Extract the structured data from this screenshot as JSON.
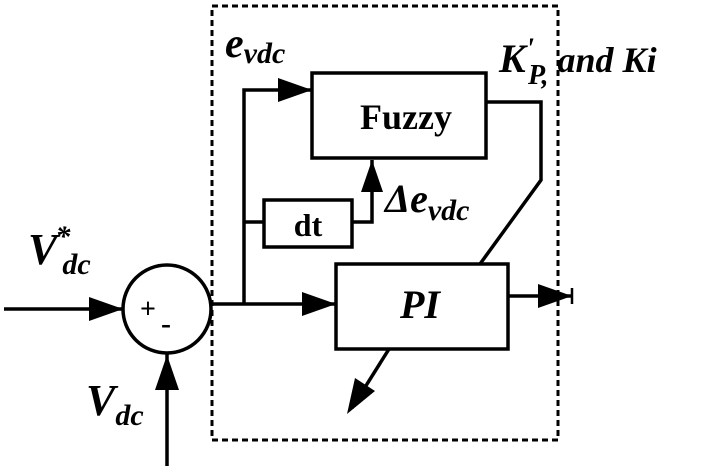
{
  "blocks": {
    "fuzzy": "Fuzzy",
    "pi": "PI",
    "derivative": "dt"
  },
  "summing_junction": {
    "plus": "+",
    "minus": "-"
  },
  "signals": {
    "vdc_ref_main": "V",
    "vdc_ref_sup": "*",
    "vdc_ref_sub": "dc",
    "vdc_main": "V",
    "vdc_sub": "dc",
    "error_main": "e",
    "error_sub": "vdc",
    "delta_error_main": "Δe",
    "delta_error_sub": "vdc",
    "gains_main": "K",
    "gains_sup": "'",
    "gains_sub": "P,",
    "gains_tail": " and Ki"
  },
  "colors": {
    "ink": "#000000",
    "background": "#ffffff"
  }
}
